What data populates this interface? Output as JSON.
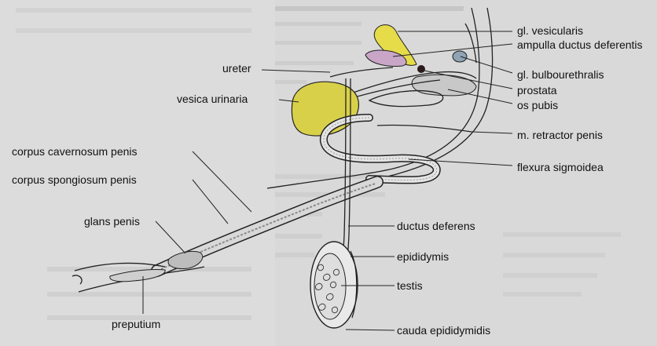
{
  "labels": {
    "gl_vesicularis": "gl. vesicularis",
    "ampulla_ductus_deferentis": "ampulla ductus deferentis",
    "ureter": "ureter",
    "gl_bulbourethralis": "gl. bulbourethralis",
    "vesica_urinaria": "vesica urinaria",
    "prostata": "prostata",
    "os_pubis": "os pubis",
    "m_retractor_penis": "m. retractor penis",
    "flexura_sigmoidea": "flexura sigmoidea",
    "corpus_cavernosum_penis": "corpus cavernosum penis",
    "corpus_spongiosum_penis": "corpus spongiosum penis",
    "glans_penis": "glans penis",
    "ductus_deferens": "ductus deferens",
    "epididymis": "epididymis",
    "testis": "testis",
    "preputium": "preputium",
    "cauda_epididymidis": "cauda epididymidis"
  },
  "colors": {
    "gland_yellow": "#e6dc4a",
    "bladder_yellow": "#d9d04a",
    "ampulla_pink": "#c9a6c8",
    "bulbourethral_blue": "#8fa3b5",
    "background": "#d9d9d9"
  }
}
